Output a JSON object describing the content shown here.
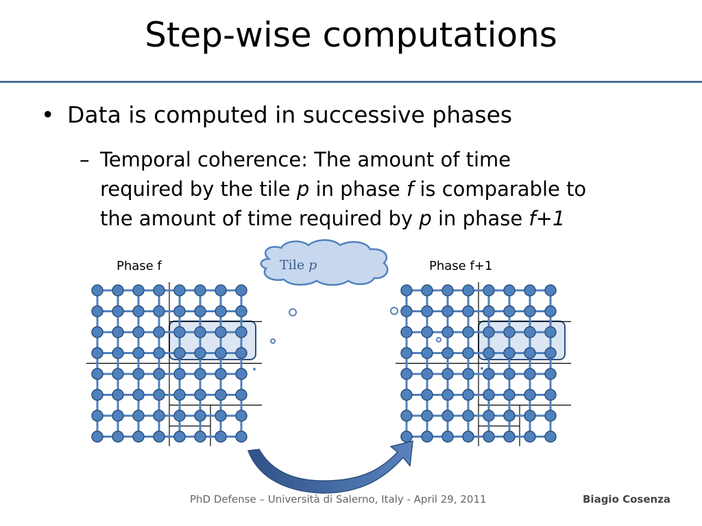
{
  "slide": {
    "title": "Step-wise computations",
    "bullet": "Data is computed in successive phases",
    "sub_dash": "–",
    "sub_lines": [
      "Temporal coherence:  The amount of time",
      [
        "required by the tile ",
        "p",
        " in phase ",
        "f",
        "  is comparable to"
      ],
      [
        "the amount of time required by  ",
        "p",
        " in phase ",
        "f+1"
      ]
    ]
  },
  "diagram": {
    "left_label": "Phase f",
    "right_label": "Phase f+1",
    "callout": [
      "Tile ",
      "p"
    ]
  },
  "footer": {
    "center": "PhD Defense – Università di Salerno, Italy - April 29, 2011",
    "author": "Biagio Cosenza"
  },
  "colors": {
    "accent_rule": "#4a6d96",
    "node_fill": "#4f81bd",
    "node_stroke": "#2c4f7c",
    "tile_fill": "#dbe5f3",
    "arrow": "#3b5f94"
  }
}
